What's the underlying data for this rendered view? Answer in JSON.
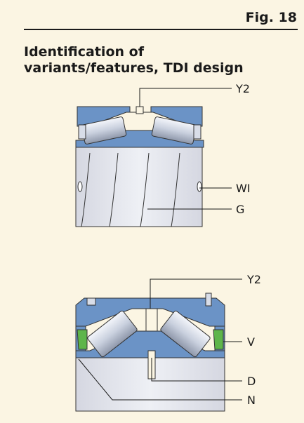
{
  "header": {
    "figure_label": "Fig. 18",
    "title": "Identification of variants/features, TDI design"
  },
  "upper_drawing": {
    "callouts": [
      "Y2",
      "WI",
      "G"
    ]
  },
  "lower_drawing": {
    "callouts": [
      "Y2",
      "V",
      "D",
      "N"
    ]
  },
  "colors": {
    "background": "#fbf5e3",
    "ring_blue": "#6b93c6",
    "roller_light": "#d8dde8",
    "bore_grey": "#e2e3ea",
    "seal_green": "#5eb54a"
  }
}
